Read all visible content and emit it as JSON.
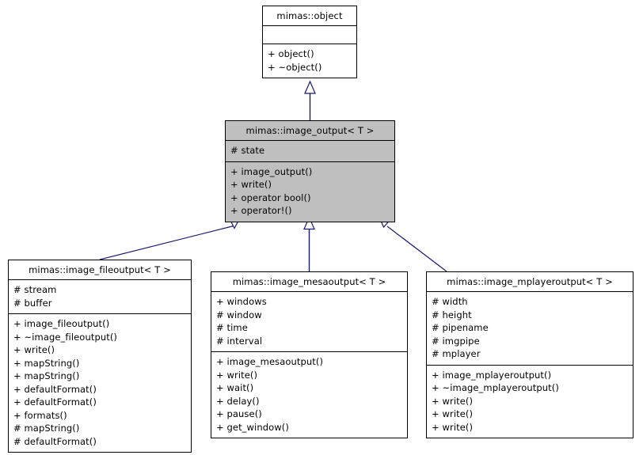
{
  "diagram": {
    "type": "uml-class-inheritance",
    "background_color": "#ffffff",
    "edge_color": "#191970",
    "highlight_color": "#bfbfbf",
    "border_color": "#000000",
    "classes": [
      {
        "id": "object",
        "name": "mimas::object",
        "highlighted": false,
        "attributes": [],
        "operations": [
          {
            "visibility": "+",
            "label": "+ object()"
          },
          {
            "visibility": "+",
            "label": "+ ~object()"
          }
        ]
      },
      {
        "id": "image_output",
        "name": "mimas::image_output< T >",
        "highlighted": true,
        "attributes": [
          {
            "visibility": "#",
            "label": "# state"
          }
        ],
        "operations": [
          {
            "visibility": "+",
            "label": "+ image_output()"
          },
          {
            "visibility": "+",
            "label": "+ write()"
          },
          {
            "visibility": "+",
            "label": "+ operator bool()"
          },
          {
            "visibility": "+",
            "label": "+ operator!()"
          }
        ]
      },
      {
        "id": "image_fileoutput",
        "name": "mimas::image_fileoutput< T >",
        "highlighted": false,
        "attributes": [
          {
            "visibility": "#",
            "label": "# stream"
          },
          {
            "visibility": "#",
            "label": "# buffer"
          }
        ],
        "operations": [
          {
            "visibility": "+",
            "label": "+ image_fileoutput()"
          },
          {
            "visibility": "+",
            "label": "+ ~image_fileoutput()"
          },
          {
            "visibility": "+",
            "label": "+ write()"
          },
          {
            "visibility": "+",
            "label": "+ mapString()"
          },
          {
            "visibility": "+",
            "label": "+ mapString()"
          },
          {
            "visibility": "+",
            "label": "+ defaultFormat()"
          },
          {
            "visibility": "+",
            "label": "+ defaultFormat()"
          },
          {
            "visibility": "+",
            "label": "+ formats()"
          },
          {
            "visibility": "#",
            "label": "# mapString()"
          },
          {
            "visibility": "#",
            "label": "# defaultFormat()"
          }
        ]
      },
      {
        "id": "image_mesaoutput",
        "name": "mimas::image_mesaoutput< T >",
        "highlighted": false,
        "attributes": [
          {
            "visibility": "+",
            "label": "+ windows"
          },
          {
            "visibility": "#",
            "label": "# window"
          },
          {
            "visibility": "#",
            "label": "# time"
          },
          {
            "visibility": "#",
            "label": "# interval"
          }
        ],
        "operations": [
          {
            "visibility": "+",
            "label": "+ image_mesaoutput()"
          },
          {
            "visibility": "+",
            "label": "+ write()"
          },
          {
            "visibility": "+",
            "label": "+ wait()"
          },
          {
            "visibility": "+",
            "label": "+ delay()"
          },
          {
            "visibility": "+",
            "label": "+ pause()"
          },
          {
            "visibility": "+",
            "label": "+ get_window()"
          }
        ]
      },
      {
        "id": "image_mplayeroutput",
        "name": "mimas::image_mplayeroutput< T >",
        "highlighted": false,
        "attributes": [
          {
            "visibility": "#",
            "label": "# width"
          },
          {
            "visibility": "#",
            "label": "# height"
          },
          {
            "visibility": "#",
            "label": "# pipename"
          },
          {
            "visibility": "#",
            "label": "# imgpipe"
          },
          {
            "visibility": "#",
            "label": "# mplayer"
          }
        ],
        "operations": [
          {
            "visibility": "+",
            "label": "+ image_mplayeroutput()"
          },
          {
            "visibility": "+",
            "label": "+ ~image_mplayeroutput()"
          },
          {
            "visibility": "+",
            "label": "+ write()"
          },
          {
            "visibility": "+",
            "label": "+ write()"
          },
          {
            "visibility": "+",
            "label": "+ write()"
          }
        ]
      }
    ],
    "edges": [
      {
        "from": "image_output",
        "to": "object",
        "kind": "inheritance"
      },
      {
        "from": "image_fileoutput",
        "to": "image_output",
        "kind": "inheritance"
      },
      {
        "from": "image_mesaoutput",
        "to": "image_output",
        "kind": "inheritance"
      },
      {
        "from": "image_mplayeroutput",
        "to": "image_output",
        "kind": "inheritance"
      }
    ]
  }
}
